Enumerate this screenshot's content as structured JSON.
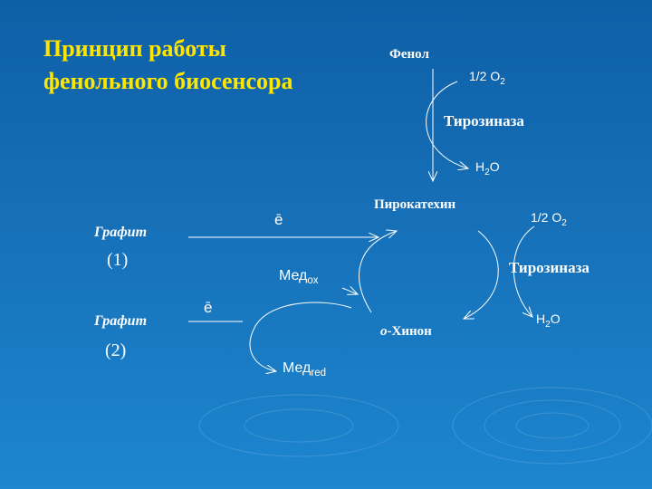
{
  "slide": {
    "title_line1": "Принцип работы",
    "title_line2": "фенольного биосенсора"
  },
  "diagram": {
    "phenol": "Фенол",
    "o2_top": "1/2 O",
    "o2_top_sub": "2",
    "tyrosinase_top": "Тирозиназа",
    "h2o_top_a": "H",
    "h2o_top_sub": "2",
    "h2o_top_b": "O",
    "pyrocatechol": "Пирокатехин",
    "o2_right": "1/2 O",
    "o2_right_sub": "2",
    "tyrosinase_right": "Тирозиназа",
    "h2o_right_a": "H",
    "h2o_right_sub": "2",
    "h2o_right_b": "O",
    "o_quinone_prefix": "o",
    "o_quinone": "-Хинон",
    "med_ox": "Мед",
    "med_ox_sub": "ox",
    "med_red": "Мед",
    "med_red_sub": "red",
    "electron_1": "ē",
    "electron_2": "ē",
    "graphite_1": "Графит",
    "graphite_1_num": "(1)",
    "graphite_2": "Графит",
    "graphite_2_num": "(2)"
  },
  "colors": {
    "background_top": "#0e5fa6",
    "background_bottom": "#1c86cf",
    "title": "#ffe600",
    "text": "#ffffff"
  }
}
